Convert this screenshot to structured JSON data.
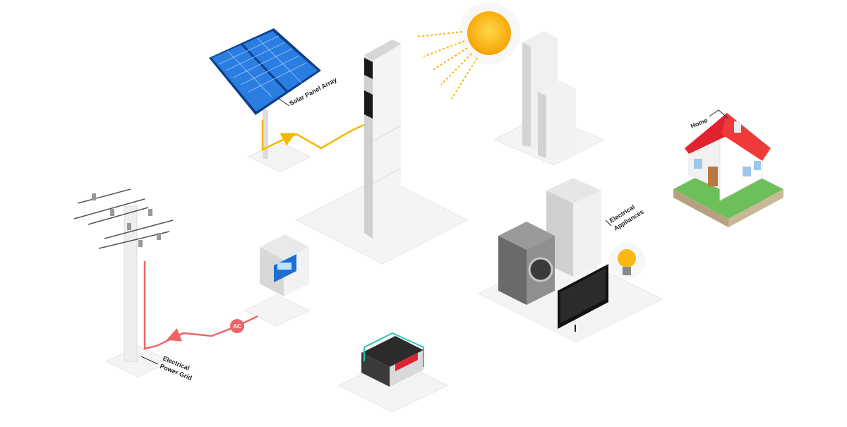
{
  "diagram": {
    "labels": {
      "solar_panel_array": "Solar Panel Array",
      "home": "Home",
      "electrical_appliances_line1": "Electrical",
      "electrical_appliances_line2": "Appliances",
      "electrical_grid_line1": "Electrical",
      "electrical_grid_line2": "Power Grid",
      "ac_badge": "AC"
    },
    "colors": {
      "solar_flow": "#f5b800",
      "grid_flow": "#f06464",
      "sun": "#fbb917",
      "panel_blue": "#1f6fd0",
      "roof_red": "#e0242f",
      "grass_green": "#6dbf59",
      "platform": "#f3f3f3"
    },
    "icons": [
      "sun-icon",
      "solar-panel-icon",
      "battery-inverter-icon",
      "home-icon",
      "meter-icon",
      "generator-icon",
      "power-pole-icon",
      "washing-machine-icon",
      "fridge-icon",
      "tv-icon",
      "light-bulb-icon"
    ]
  }
}
